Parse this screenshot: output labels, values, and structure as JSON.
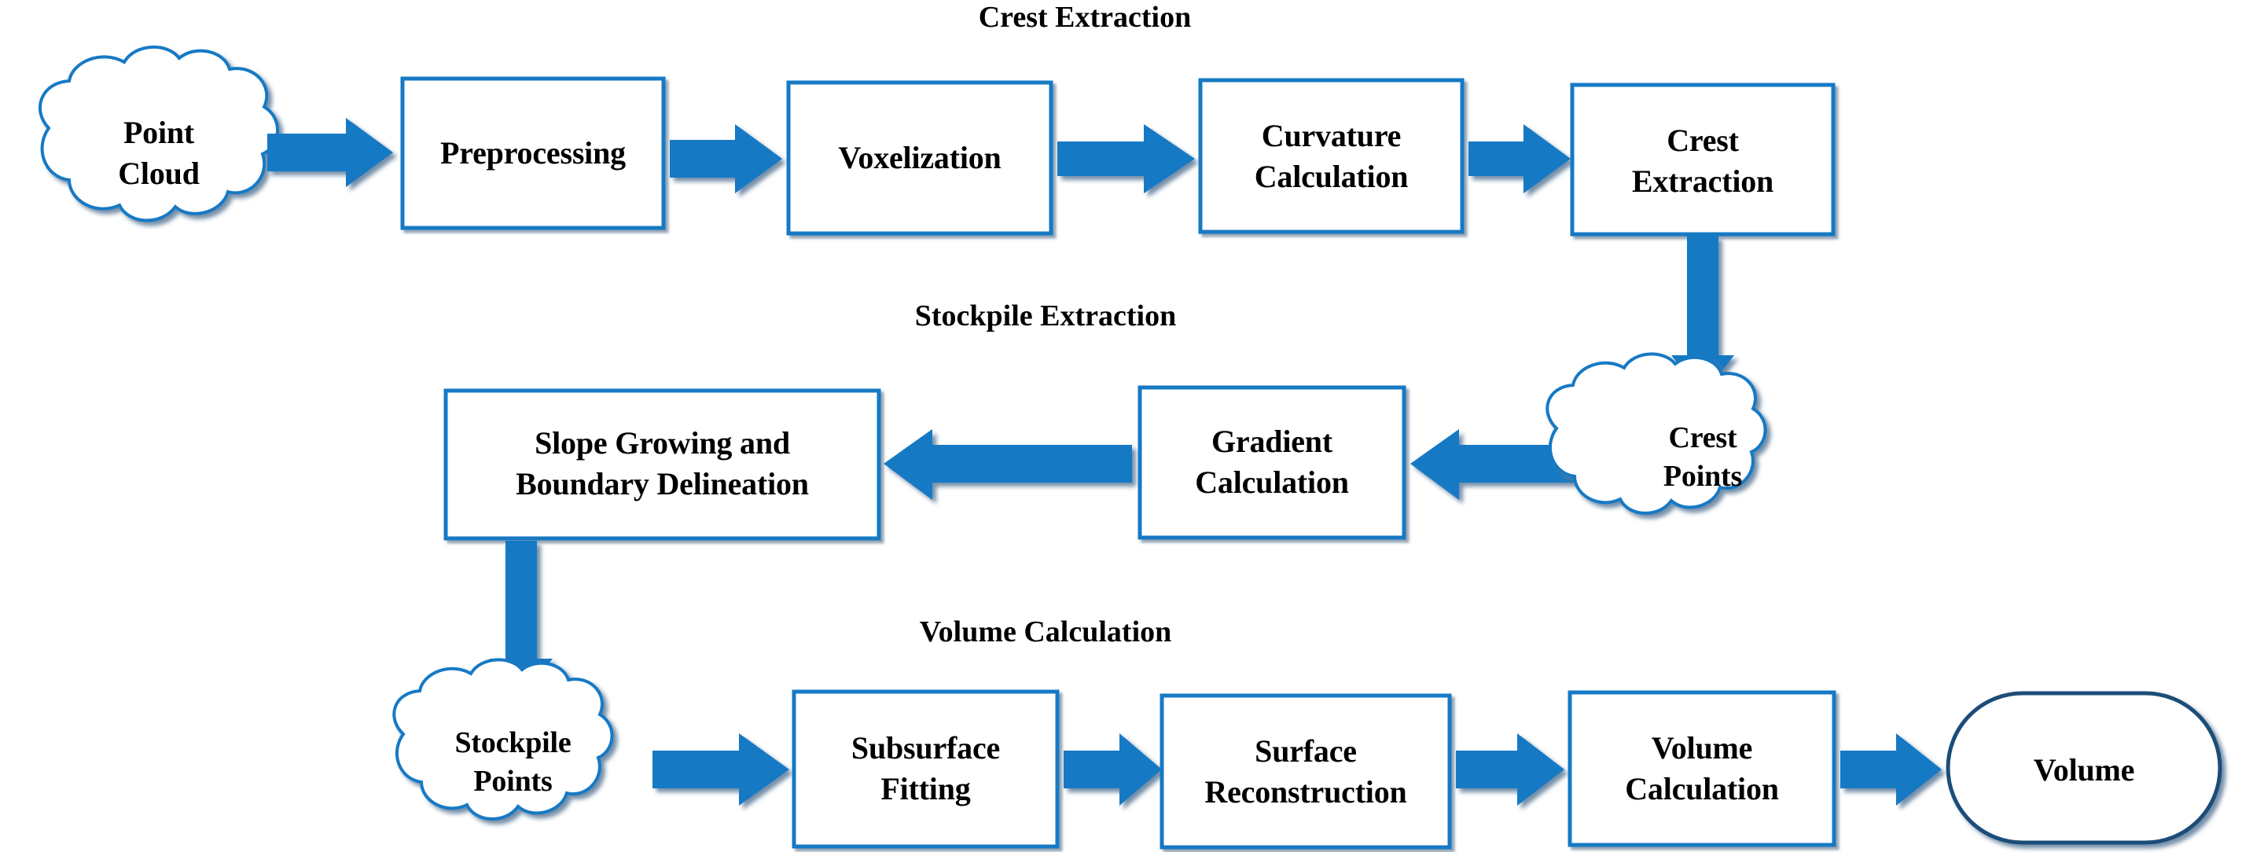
{
  "diagram": {
    "title": "Stockpile volume estimation pipeline flowchart",
    "colors": {
      "box_border": "#1479C4",
      "arrow_fill": "#1479C4",
      "arrow_shadow": "#54789C",
      "cloud_border": "#1479C4",
      "terminator_border": "#1F4E79",
      "text": "#000000",
      "background": "#FFFFFF"
    },
    "sections": [
      {
        "id": "crest-extraction",
        "label": "Crest Extraction"
      },
      {
        "id": "stockpile-extraction",
        "label": "Stockpile Extraction"
      },
      {
        "id": "volume-calculation",
        "label": "Volume Calculation"
      }
    ],
    "rows": [
      {
        "id": "row-crest-extraction",
        "nodes": [
          {
            "id": "point-cloud",
            "shape": "cloud",
            "lines": [
              "Point",
              "Cloud"
            ]
          },
          {
            "id": "preprocessing",
            "shape": "process",
            "lines": [
              "Preprocessing"
            ]
          },
          {
            "id": "voxelization",
            "shape": "process",
            "lines": [
              "Voxelization"
            ]
          },
          {
            "id": "curvature-calculation",
            "shape": "process",
            "lines": [
              "Curvature",
              "Calculation"
            ]
          },
          {
            "id": "crest-extraction-box",
            "shape": "process",
            "lines": [
              "Crest",
              "Extraction"
            ]
          }
        ]
      },
      {
        "id": "row-stockpile-extraction",
        "nodes": [
          {
            "id": "slope-growing-boundary-delineation",
            "shape": "process",
            "lines": [
              "Slope Growing and",
              "Boundary Delineation"
            ]
          },
          {
            "id": "gradient-calculation",
            "shape": "process",
            "lines": [
              "Gradient",
              "Calculation"
            ]
          },
          {
            "id": "crest-points",
            "shape": "cloud",
            "lines": [
              "Crest",
              "Points"
            ]
          }
        ]
      },
      {
        "id": "row-volume-calculation",
        "nodes": [
          {
            "id": "stockpile-points",
            "shape": "cloud",
            "lines": [
              "Stockpile",
              "Points"
            ]
          },
          {
            "id": "subsurface-fitting",
            "shape": "process",
            "lines": [
              "Subsurface",
              "Fitting"
            ]
          },
          {
            "id": "surface-reconstruction",
            "shape": "process",
            "lines": [
              "Surface",
              "Reconstruction"
            ]
          },
          {
            "id": "volume-calculation-box",
            "shape": "process",
            "lines": [
              "Volume",
              "Calculation"
            ]
          },
          {
            "id": "volume-result",
            "shape": "terminator",
            "lines": [
              "Volume"
            ]
          }
        ]
      }
    ],
    "connections": [
      {
        "id": "arrow-point-cloud-to-preprocessing",
        "direction": "right"
      },
      {
        "id": "arrow-preprocessing-to-voxelization",
        "direction": "right"
      },
      {
        "id": "arrow-voxelization-to-curvature",
        "direction": "right"
      },
      {
        "id": "arrow-curvature-to-crest-extraction",
        "direction": "right"
      },
      {
        "id": "arrow-crest-extraction-to-crest-points",
        "direction": "down"
      },
      {
        "id": "arrow-crest-points-to-gradient",
        "direction": "left"
      },
      {
        "id": "arrow-gradient-to-slope-growing",
        "direction": "left"
      },
      {
        "id": "arrow-slope-growing-to-stockpile-points",
        "direction": "down"
      },
      {
        "id": "arrow-stockpile-points-to-subsurface",
        "direction": "right"
      },
      {
        "id": "arrow-subsurface-to-surface-reconstruction",
        "direction": "right"
      },
      {
        "id": "arrow-surface-reconstruction-to-volume-calculation",
        "direction": "right"
      },
      {
        "id": "arrow-volume-calculation-to-volume",
        "direction": "right"
      }
    ]
  }
}
